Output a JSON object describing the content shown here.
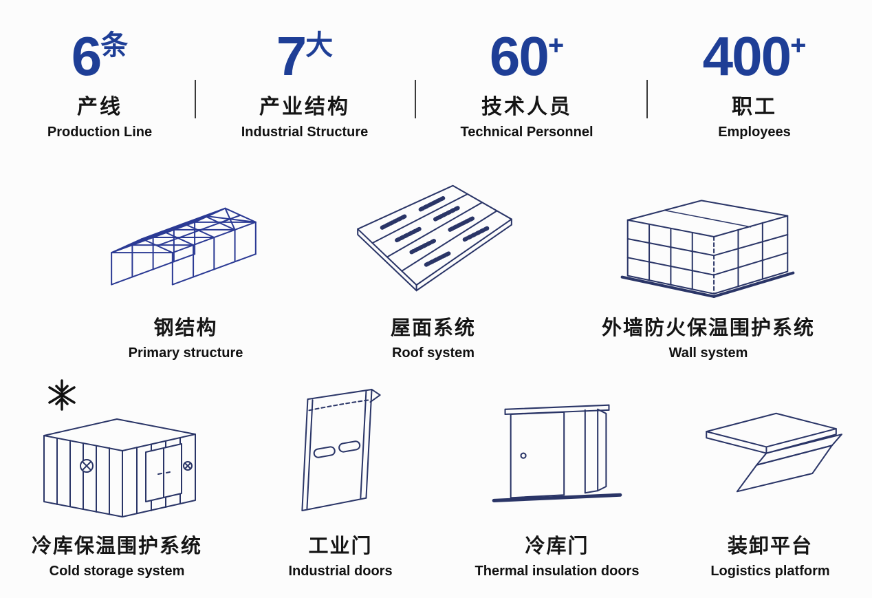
{
  "stats": [
    {
      "value": "6",
      "unit": "条",
      "label_zh": "产线",
      "label_en": "Production Line"
    },
    {
      "value": "7",
      "unit": "大",
      "label_zh": "产业结构",
      "label_en": "Industrial Structure"
    },
    {
      "value": "60",
      "unit": "+",
      "label_zh": "技术人员",
      "label_en": "Technical Personnel"
    },
    {
      "value": "400",
      "unit": "+",
      "label_zh": "职工",
      "label_en": "Employees"
    }
  ],
  "products": {
    "row1": [
      {
        "zh": "钢结构",
        "en": "Primary structure",
        "icon": "steel-structure-illustration"
      },
      {
        "zh": "屋面系统",
        "en": "Roof system",
        "icon": "roof-system-illustration"
      },
      {
        "zh": "外墙防火保温围护系统",
        "en": "Wall system",
        "icon": "wall-system-illustration"
      }
    ],
    "row2": [
      {
        "zh": "冷库保温围护系统",
        "en": "Cold storage system",
        "icon": "cold-storage-illustration"
      },
      {
        "zh": "工业门",
        "en": "Industrial doors",
        "icon": "industrial-door-illustration"
      },
      {
        "zh": "冷库门",
        "en": "Thermal insulation doors",
        "icon": "cold-storage-door-illustration"
      },
      {
        "zh": "装卸平台",
        "en": "Logistics platform",
        "icon": "dock-leveler-illustration"
      }
    ]
  },
  "colors": {
    "accent": "#1e3e96",
    "line": "#2a3567",
    "steel_line": "#2b3a94",
    "snowflake": "#111111",
    "text": "#111111"
  }
}
